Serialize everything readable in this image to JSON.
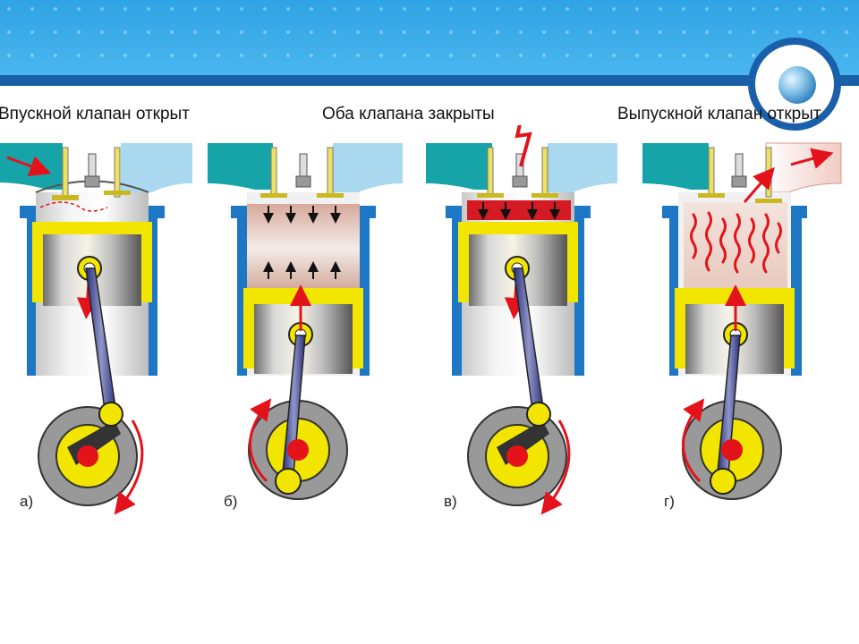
{
  "captions": {
    "intake": "Впускной клапан открыт",
    "closed": "Оба клапана закрыты",
    "exhaust": "Выпускной клапан открыт"
  },
  "labels": [
    "а)",
    "б)",
    "в)",
    "г)"
  ],
  "colors": {
    "header_blue": "#3aa9e8",
    "header_strip": "#1a5fa9",
    "manifold_teal": "#17a4a8",
    "manifold_light": "#a9d8ef",
    "cylinder_blue": "#1d77c4",
    "piston_yellow": "#f2e600",
    "arrow_red": "#e3121b"
  },
  "icons": [
    "globe-icon",
    "spark-icon"
  ]
}
